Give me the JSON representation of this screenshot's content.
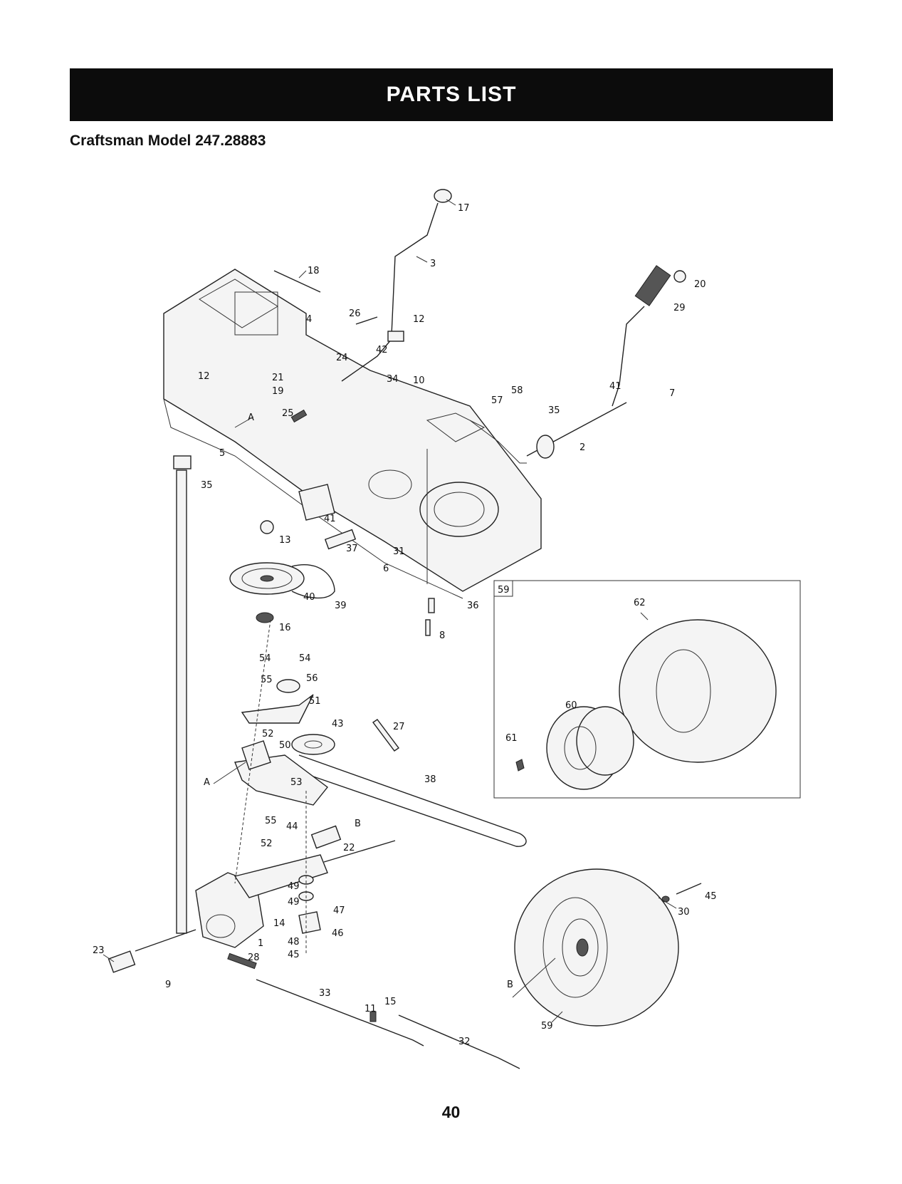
{
  "header": {
    "title": "PARTS LIST"
  },
  "model": {
    "label": "Craftsman Model 247.28883"
  },
  "page": {
    "number": "40"
  },
  "inset": {
    "label": "59"
  },
  "callouts": [
    "17",
    "3",
    "18",
    "4",
    "26",
    "12",
    "42",
    "24",
    "34",
    "10",
    "12",
    "21",
    "19",
    "25",
    "A",
    "5",
    "35",
    "41",
    "58",
    "57",
    "35",
    "7",
    "2",
    "20",
    "29",
    "41",
    "13",
    "37",
    "31",
    "6",
    "40",
    "39",
    "16",
    "36",
    "8",
    "62",
    "60",
    "61",
    "54",
    "54",
    "55",
    "56",
    "51",
    "52",
    "43",
    "27",
    "50",
    "A",
    "53",
    "38",
    "55",
    "44",
    "B",
    "52",
    "22",
    "49",
    "49",
    "47",
    "14",
    "1",
    "48",
    "46",
    "45",
    "28",
    "23",
    "9",
    "33",
    "15",
    "11",
    "32",
    "B",
    "59",
    "45",
    "30"
  ]
}
